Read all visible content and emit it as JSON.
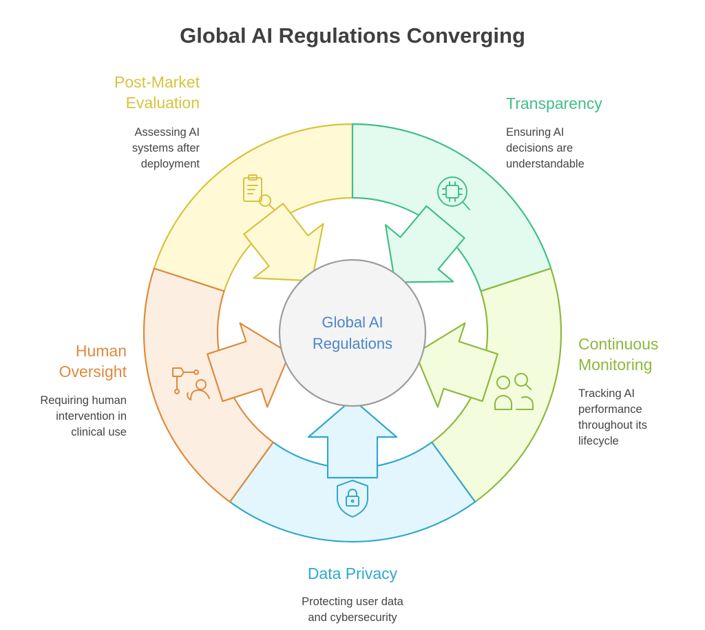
{
  "title": "Global AI Regulations Converging",
  "center": {
    "line1": "Global AI",
    "line2": "Regulations",
    "color": "#4a86c8"
  },
  "segments": [
    {
      "id": "post-market",
      "head1": "Post-Market",
      "head2": "Evaluation",
      "desc": [
        "Assessing AI",
        "systems after",
        "deployment"
      ],
      "color": "#d8c33c",
      "fill": "#fff9d6",
      "icon": "clipboard-search-icon"
    },
    {
      "id": "transparency",
      "head1": "Transparency",
      "head2": "",
      "desc": [
        "Ensuring AI",
        "decisions are",
        "understandable"
      ],
      "color": "#3fbf87",
      "fill": "#e3fbef",
      "icon": "chip-search-icon"
    },
    {
      "id": "continuous-monitoring",
      "head1": "Continuous",
      "head2": "Monitoring",
      "desc": [
        "Tracking AI",
        "performance",
        "throughout its",
        "lifecycle"
      ],
      "color": "#8eb83e",
      "fill": "#f3fcdc",
      "icon": "people-search-icon"
    },
    {
      "id": "data-privacy",
      "head1": "Data Privacy",
      "head2": "",
      "desc": [
        "Protecting user data",
        "and cybersecurity"
      ],
      "color": "#2fa7cf",
      "fill": "#e4f6fd",
      "icon": "shield-lock-icon"
    },
    {
      "id": "human-oversight",
      "head1": "Human",
      "head2": "Oversight",
      "desc": [
        "Requiring human",
        "intervention in",
        "clinical use"
      ],
      "color": "#dd8a3c",
      "fill": "#fdeee2",
      "icon": "human-machine-icon"
    }
  ]
}
